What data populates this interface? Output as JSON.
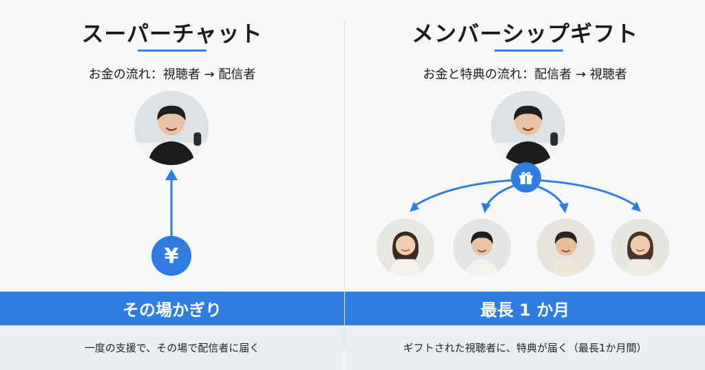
{
  "colors": {
    "accent": "#2f7de1",
    "band": "#2f7de1",
    "footer_bg": "#ebeef2",
    "page_bg": "#f7f8fa"
  },
  "left": {
    "title": "スーパーチャット",
    "flow": "お金の流れ：視聴者 → 配信者",
    "badge_icon": "yen-icon",
    "badge_glyph": "¥",
    "band": "その場かぎり",
    "footer": "一度の支援で、その場で配信者に届く"
  },
  "right": {
    "title": "メンバーシップギフト",
    "flow": "お金と特典の流れ：配信者 → 視聴者",
    "badge_icon": "gift-icon",
    "band": "最長 1 か月",
    "footer": "ギフトされた視聴者に、特典が届く（最長1か月間）"
  }
}
